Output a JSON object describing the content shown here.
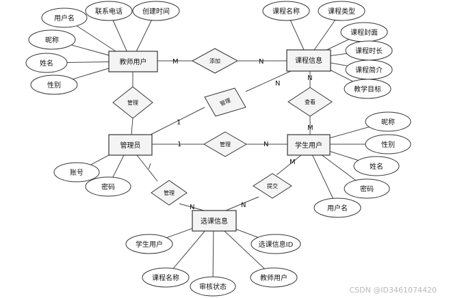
{
  "entities": {
    "teacher": "教师用户",
    "course": "课程信息",
    "admin": "管理员",
    "student": "学生用户",
    "selection": "选课信息"
  },
  "teacher_attrs": [
    "用户名",
    "联系电话",
    "创建时间",
    "昵称",
    "姓名",
    "性别"
  ],
  "course_attrs": [
    "课程名称",
    "课程类型",
    "课程封面",
    "课程时长",
    "课程简介",
    "教学目标"
  ],
  "student_attrs": [
    "昵称",
    "性别",
    "姓名",
    "密码",
    "用户名"
  ],
  "admin_attrs": [
    "账号",
    "密码"
  ],
  "selection_attrs": [
    "学生用户",
    "选课信息ID",
    "课程名称",
    "审核状态",
    "教师用户"
  ],
  "relationships": {
    "add": "添加",
    "manage_teacher": "管理",
    "manage_course": "管理",
    "view": "查看",
    "manage_student": "管理",
    "manage_selection": "管理",
    "submit": "提交"
  },
  "cardinality": {
    "add_teacher": "M",
    "add_course": "N",
    "mc_admin": "1",
    "mc_course": "N",
    "view_course": "N",
    "view_student": "M",
    "ms_admin": "1",
    "ms_student": "N",
    "msel_admin": "/",
    "msel_sel": "N",
    "sub_student": "M",
    "sub_sel": "N"
  },
  "watermark": "CSDN @ID3461074420"
}
